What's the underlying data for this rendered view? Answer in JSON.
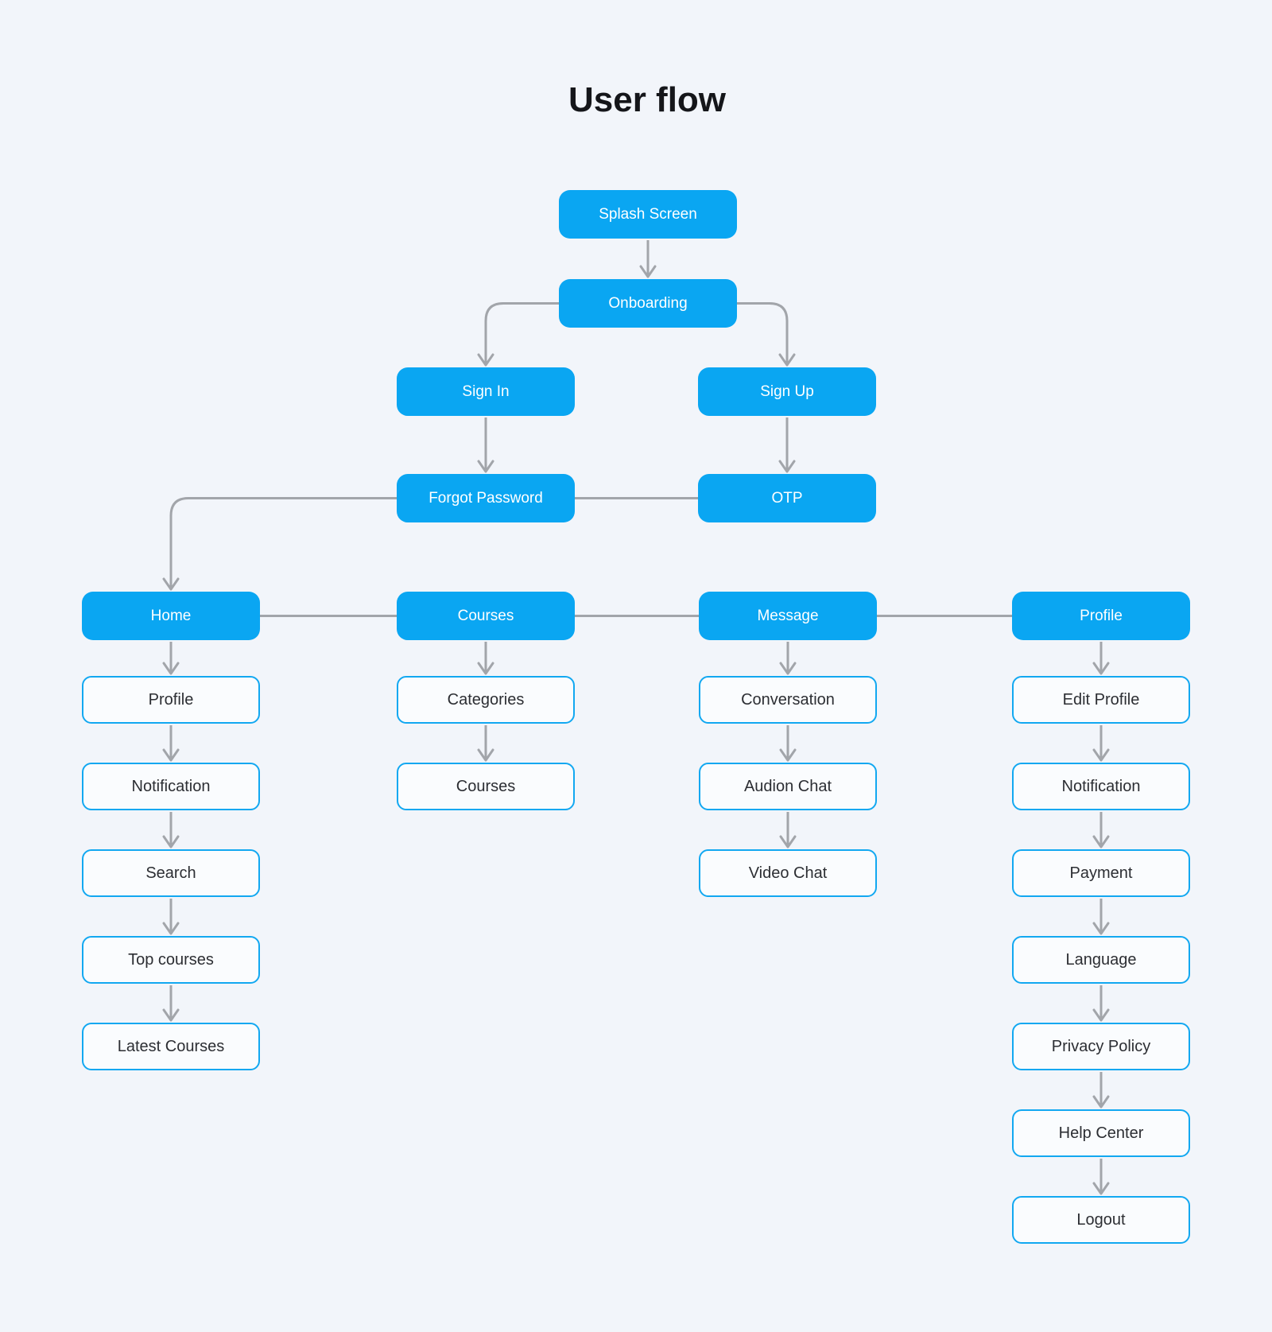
{
  "title": "User flow",
  "colors": {
    "background": "#F2F5FA",
    "node_primary_fill": "#0AA6F2",
    "node_primary_text": "#FFFFFF",
    "node_outline_border": "#12A8F1",
    "node_outline_fill": "#FAFCFE",
    "node_outline_text": "#2C2E33",
    "connector": "#A2A5AA",
    "title_text": "#15161A"
  },
  "diagram": {
    "nodes": [
      {
        "id": "splash-screen",
        "label": "Splash Screen",
        "variant": "primary"
      },
      {
        "id": "onboarding",
        "label": "Onboarding",
        "variant": "primary"
      },
      {
        "id": "sign-in",
        "label": "Sign In",
        "variant": "primary"
      },
      {
        "id": "sign-up",
        "label": "Sign Up",
        "variant": "primary"
      },
      {
        "id": "forgot-password",
        "label": "Forgot Password",
        "variant": "primary"
      },
      {
        "id": "otp",
        "label": "OTP",
        "variant": "primary"
      },
      {
        "id": "home",
        "label": "Home",
        "variant": "primary"
      },
      {
        "id": "courses",
        "label": "Courses",
        "variant": "primary"
      },
      {
        "id": "message",
        "label": "Message",
        "variant": "primary"
      },
      {
        "id": "profile",
        "label": "Profile",
        "variant": "primary"
      },
      {
        "id": "home-profile",
        "label": "Profile",
        "variant": "outline"
      },
      {
        "id": "home-notification",
        "label": "Notification",
        "variant": "outline"
      },
      {
        "id": "home-search",
        "label": "Search",
        "variant": "outline"
      },
      {
        "id": "home-top-courses",
        "label": "Top courses",
        "variant": "outline"
      },
      {
        "id": "home-latest-courses",
        "label": "Latest Courses",
        "variant": "outline"
      },
      {
        "id": "courses-categories",
        "label": "Categories",
        "variant": "outline"
      },
      {
        "id": "courses-courses",
        "label": "Courses",
        "variant": "outline"
      },
      {
        "id": "message-conversation",
        "label": "Conversation",
        "variant": "outline"
      },
      {
        "id": "message-audion-chat",
        "label": "Audion Chat",
        "variant": "outline"
      },
      {
        "id": "message-video-chat",
        "label": "Video Chat",
        "variant": "outline"
      },
      {
        "id": "profile-edit-profile",
        "label": "Edit Profile",
        "variant": "outline"
      },
      {
        "id": "profile-notification",
        "label": "Notification",
        "variant": "outline"
      },
      {
        "id": "profile-payment",
        "label": "Payment",
        "variant": "outline"
      },
      {
        "id": "profile-language",
        "label": "Language",
        "variant": "outline"
      },
      {
        "id": "profile-privacy-policy",
        "label": "Privacy Policy",
        "variant": "outline"
      },
      {
        "id": "profile-help-center",
        "label": "Help Center",
        "variant": "outline"
      },
      {
        "id": "profile-logout",
        "label": "Logout",
        "variant": "outline"
      }
    ],
    "edges": [
      {
        "from": "splash-screen",
        "to": "onboarding",
        "kind": "arrow-down"
      },
      {
        "from": "onboarding",
        "to": "sign-in",
        "kind": "elbow-arrow"
      },
      {
        "from": "onboarding",
        "to": "sign-up",
        "kind": "elbow-arrow"
      },
      {
        "from": "sign-in",
        "to": "forgot-password",
        "kind": "arrow-down"
      },
      {
        "from": "sign-up",
        "to": "otp",
        "kind": "arrow-down"
      },
      {
        "from": "forgot-password",
        "to": "otp",
        "kind": "line"
      },
      {
        "from": "forgot-password",
        "to": "home",
        "kind": "elbow-arrow"
      },
      {
        "from": "home",
        "to": "courses",
        "kind": "line"
      },
      {
        "from": "courses",
        "to": "message",
        "kind": "line"
      },
      {
        "from": "message",
        "to": "profile",
        "kind": "line"
      },
      {
        "from": "home",
        "to": "home-profile",
        "kind": "arrow-down"
      },
      {
        "from": "home-profile",
        "to": "home-notification",
        "kind": "arrow-down"
      },
      {
        "from": "home-notification",
        "to": "home-search",
        "kind": "arrow-down"
      },
      {
        "from": "home-search",
        "to": "home-top-courses",
        "kind": "arrow-down"
      },
      {
        "from": "home-top-courses",
        "to": "home-latest-courses",
        "kind": "arrow-down"
      },
      {
        "from": "courses",
        "to": "courses-categories",
        "kind": "arrow-down"
      },
      {
        "from": "courses-categories",
        "to": "courses-courses",
        "kind": "arrow-down"
      },
      {
        "from": "message",
        "to": "message-conversation",
        "kind": "arrow-down"
      },
      {
        "from": "message-conversation",
        "to": "message-audion-chat",
        "kind": "arrow-down"
      },
      {
        "from": "message-audion-chat",
        "to": "message-video-chat",
        "kind": "arrow-down"
      },
      {
        "from": "profile",
        "to": "profile-edit-profile",
        "kind": "arrow-down"
      },
      {
        "from": "profile-edit-profile",
        "to": "profile-notification",
        "kind": "arrow-down"
      },
      {
        "from": "profile-notification",
        "to": "profile-payment",
        "kind": "arrow-down"
      },
      {
        "from": "profile-payment",
        "to": "profile-language",
        "kind": "arrow-down"
      },
      {
        "from": "profile-language",
        "to": "profile-privacy-policy",
        "kind": "arrow-down"
      },
      {
        "from": "profile-privacy-policy",
        "to": "profile-help-center",
        "kind": "arrow-down"
      },
      {
        "from": "profile-help-center",
        "to": "profile-logout",
        "kind": "arrow-down"
      }
    ]
  }
}
